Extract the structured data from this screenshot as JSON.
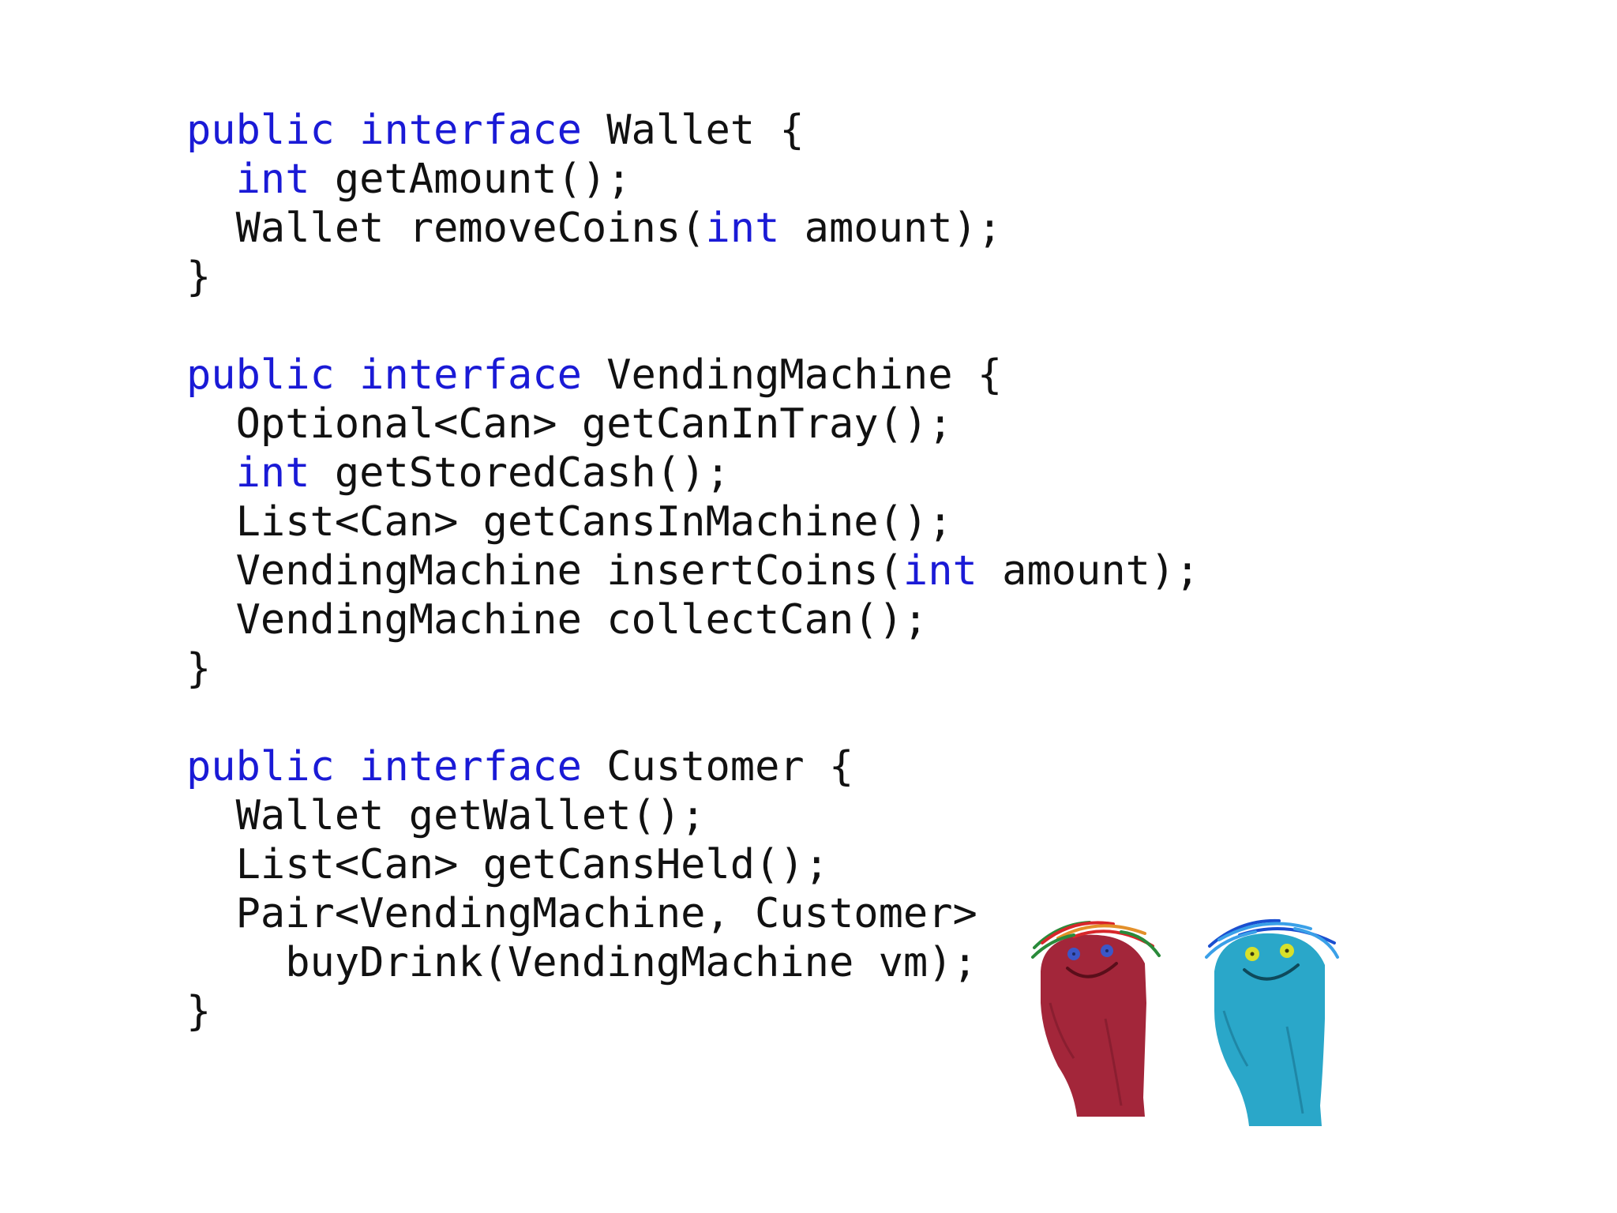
{
  "colors": {
    "keyword": "#1a1ad6",
    "text": "#111111",
    "background": "#ffffff",
    "red_puppet": "#a3263a",
    "blue_puppet": "#2aa7c9"
  },
  "code_blocks": [
    {
      "lines": [
        [
          {
            "t": "public",
            "k": true
          },
          {
            "t": " ",
            "k": false
          },
          {
            "t": "interface",
            "k": true
          },
          {
            "t": " Wallet {",
            "k": false
          }
        ],
        [
          {
            "t": "  ",
            "k": false
          },
          {
            "t": "int",
            "k": true
          },
          {
            "t": " getAmount();",
            "k": false
          }
        ],
        [
          {
            "t": "  Wallet removeCoins(",
            "k": false
          },
          {
            "t": "int",
            "k": true
          },
          {
            "t": " amount);",
            "k": false
          }
        ],
        [
          {
            "t": "}",
            "k": false
          }
        ]
      ]
    },
    {
      "lines": [
        [
          {
            "t": "public",
            "k": true
          },
          {
            "t": " ",
            "k": false
          },
          {
            "t": "interface",
            "k": true
          },
          {
            "t": " VendingMachine {",
            "k": false
          }
        ],
        [
          {
            "t": "  Optional<Can> getCanInTray();",
            "k": false
          }
        ],
        [
          {
            "t": "  ",
            "k": false
          },
          {
            "t": "int",
            "k": true
          },
          {
            "t": " getStoredCash();",
            "k": false
          }
        ],
        [
          {
            "t": "  List<Can> getCansInMachine();",
            "k": false
          }
        ],
        [
          {
            "t": "  VendingMachine insertCoins(",
            "k": false
          },
          {
            "t": "int",
            "k": true
          },
          {
            "t": " amount);",
            "k": false
          }
        ],
        [
          {
            "t": "  VendingMachine collectCan();",
            "k": false
          }
        ],
        [
          {
            "t": "}",
            "k": false
          }
        ]
      ]
    },
    {
      "lines": [
        [
          {
            "t": "public",
            "k": true
          },
          {
            "t": " ",
            "k": false
          },
          {
            "t": "interface",
            "k": true
          },
          {
            "t": " Customer {",
            "k": false
          }
        ],
        [
          {
            "t": "  Wallet getWallet();",
            "k": false
          }
        ],
        [
          {
            "t": "  List<Can> getCansHeld();",
            "k": false
          }
        ],
        [
          {
            "t": "  Pair<VendingMachine, Customer>",
            "k": false
          }
        ],
        [
          {
            "t": "    buyDrink(VendingMachine vm);",
            "k": false
          }
        ],
        [
          {
            "t": "}",
            "k": false
          }
        ]
      ]
    }
  ],
  "image": {
    "icon": "sock-puppets-image"
  }
}
